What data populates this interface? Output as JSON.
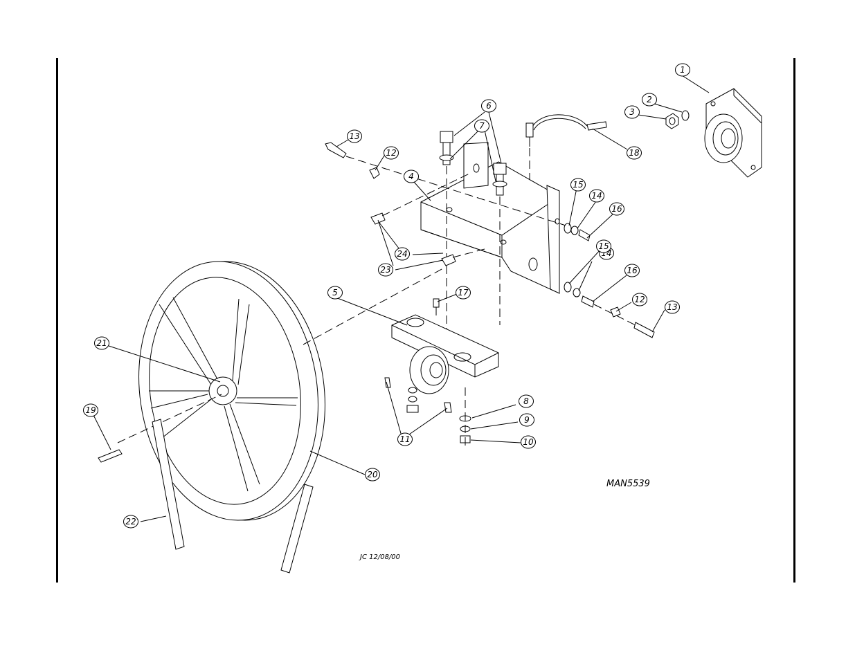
{
  "drawing": {
    "drawing_number": "MAN5539",
    "author_date": "JC  12/08/00"
  },
  "callouts": [
    {
      "label": "1"
    },
    {
      "label": "2"
    },
    {
      "label": "3"
    },
    {
      "label": "4"
    },
    {
      "label": "5"
    },
    {
      "label": "6"
    },
    {
      "label": "7"
    },
    {
      "label": "8"
    },
    {
      "label": "9"
    },
    {
      "label": "10"
    },
    {
      "label": "11"
    },
    {
      "label": "12"
    },
    {
      "label": "12"
    },
    {
      "label": "13"
    },
    {
      "label": "13"
    },
    {
      "label": "14"
    },
    {
      "label": "14"
    },
    {
      "label": "15"
    },
    {
      "label": "15"
    },
    {
      "label": "16"
    },
    {
      "label": "16"
    },
    {
      "label": "17"
    },
    {
      "label": "18"
    },
    {
      "label": "19"
    },
    {
      "label": "20"
    },
    {
      "label": "21"
    },
    {
      "label": "22"
    },
    {
      "label": "23"
    },
    {
      "label": "24"
    }
  ]
}
